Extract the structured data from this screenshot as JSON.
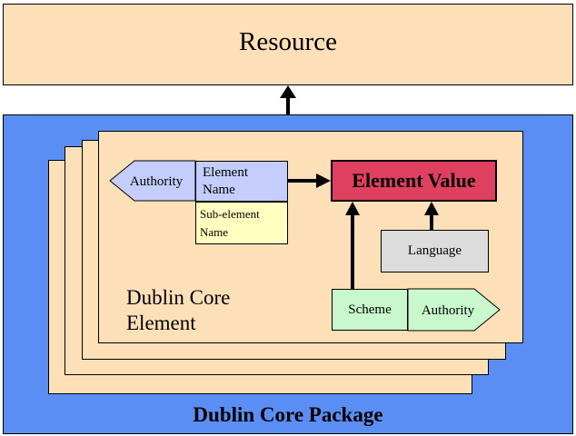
{
  "resource": {
    "label": "Resource"
  },
  "package": {
    "label": "Dublin Core Package"
  },
  "element": {
    "label_line1": "Dublin Core",
    "label_line2": "Element",
    "authority_left": "Authority",
    "element_name_line1": "Element",
    "element_name_line2": "Name",
    "sub_element_line1": "Sub-element",
    "sub_element_line2": "Name",
    "element_value": "Element Value",
    "language": "Language",
    "scheme": "Scheme",
    "authority_right": "Authority"
  },
  "colors": {
    "package_blue": "#5b8ef5",
    "card_peach": "#fde0b8",
    "element_value_red": "#e04060",
    "element_name_blue": "#c4cdfb",
    "sub_element_yellow": "#ffffc0",
    "scheme_green": "#c8f8cc",
    "language_grey": "#dcdcdc"
  }
}
